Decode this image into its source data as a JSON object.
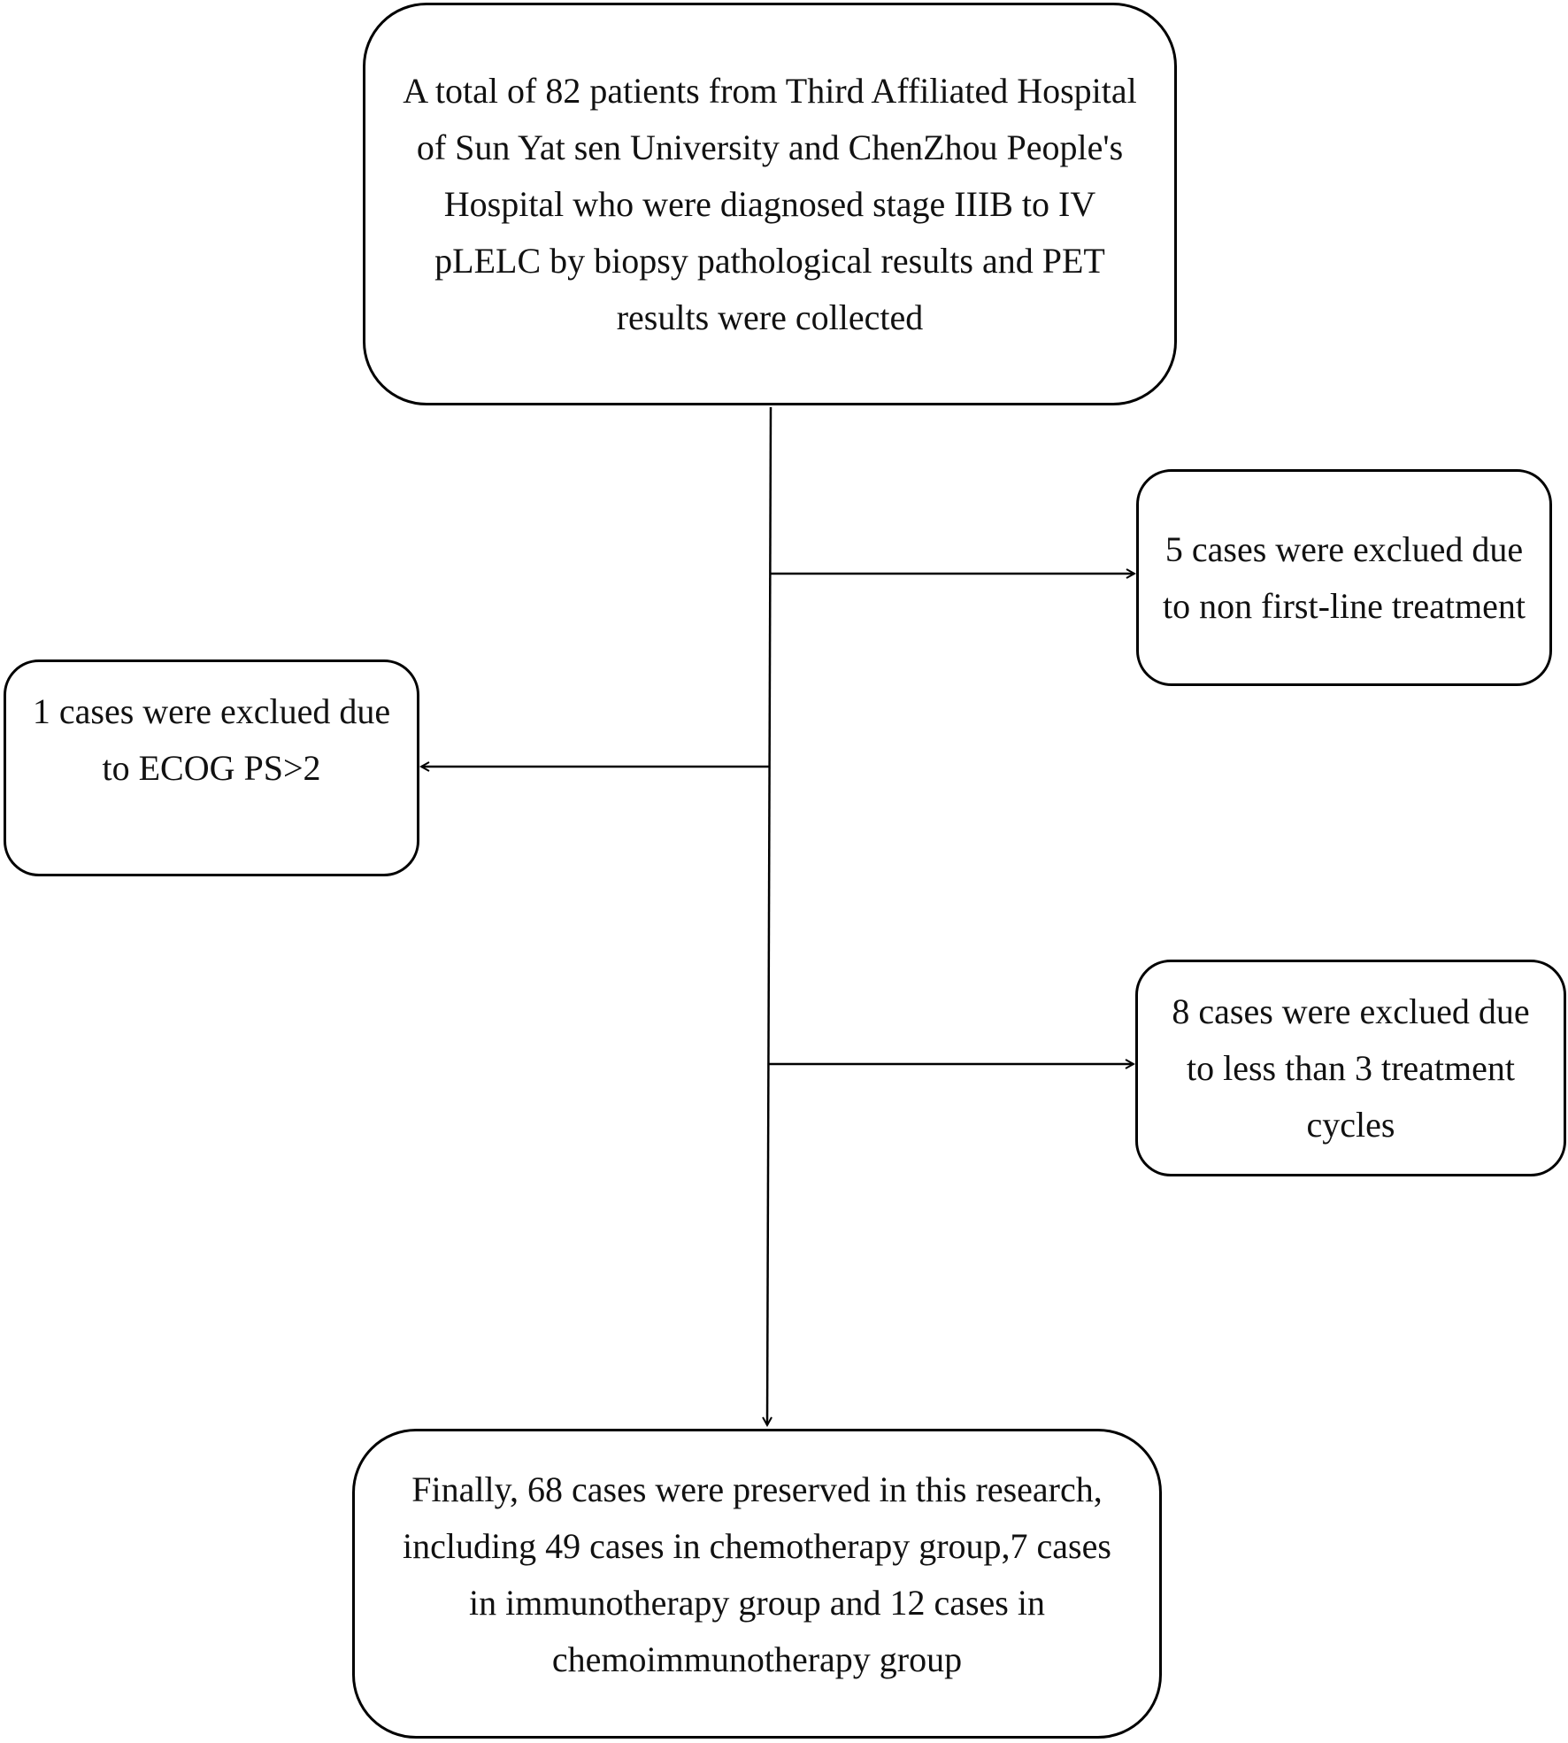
{
  "flowchart": {
    "start_box": {
      "text": "A total of 82 patients from Third Affiliated Hospital of Sun Yat sen University and ChenZhou People's Hospital who were diagnosed stage IIIB to IV pLELC by biopsy pathological results and PET results were collected"
    },
    "exclusion_1": {
      "text": "5 cases were exclued due to non first-line treatment"
    },
    "exclusion_2": {
      "text": "1 cases were exclued due to ECOG PS>2"
    },
    "exclusion_3": {
      "text": "8 cases were exclued due to less than 3 treatment cycles"
    },
    "final_box": {
      "text": "Finally, 68 cases were preserved in this research, including 49 cases in chemotherapy group,7 cases in immunotherapy group and 12 cases in chemoimmunotherapy group"
    }
  }
}
